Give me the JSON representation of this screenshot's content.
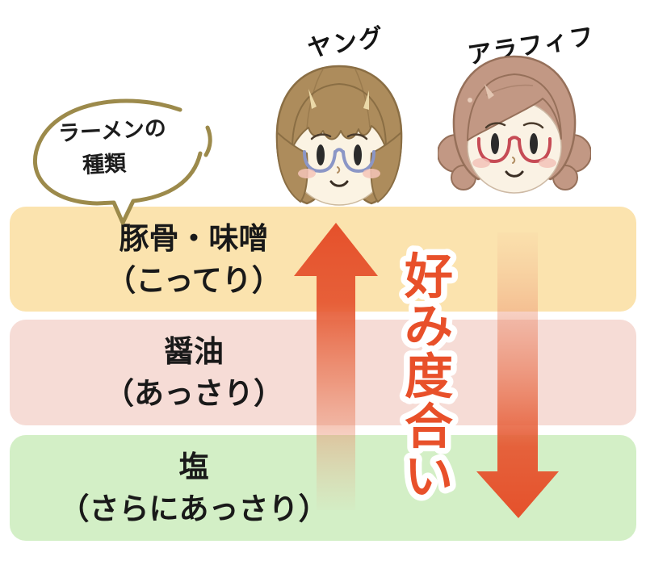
{
  "people": [
    {
      "id": "young",
      "label": "ヤング"
    },
    {
      "id": "arafif",
      "label": "アラフィフ"
    }
  ],
  "speech_bubble": {
    "line1": "ラーメンの",
    "line2": "種類",
    "stroke_color": "#9C8A4B"
  },
  "bands": [
    {
      "line1": "豚骨・味噌",
      "line2": "（こってり）",
      "color": "#FBE3AE"
    },
    {
      "line1": "醤油",
      "line2": "（あっさり）",
      "color": "#F6DCD6"
    },
    {
      "line1": "塩",
      "line2": "（さらにあっさり）",
      "color": "#D3EFC6"
    }
  ],
  "preference_label": {
    "text": "好み度合い",
    "chars": [
      "好",
      "み",
      "度",
      "合",
      "い"
    ],
    "color": "#E8502A"
  },
  "arrows": {
    "up": {
      "color": "#E5512B",
      "under": "ヤング"
    },
    "down": {
      "color": "#E5512B",
      "under": "アラフィフ"
    }
  }
}
